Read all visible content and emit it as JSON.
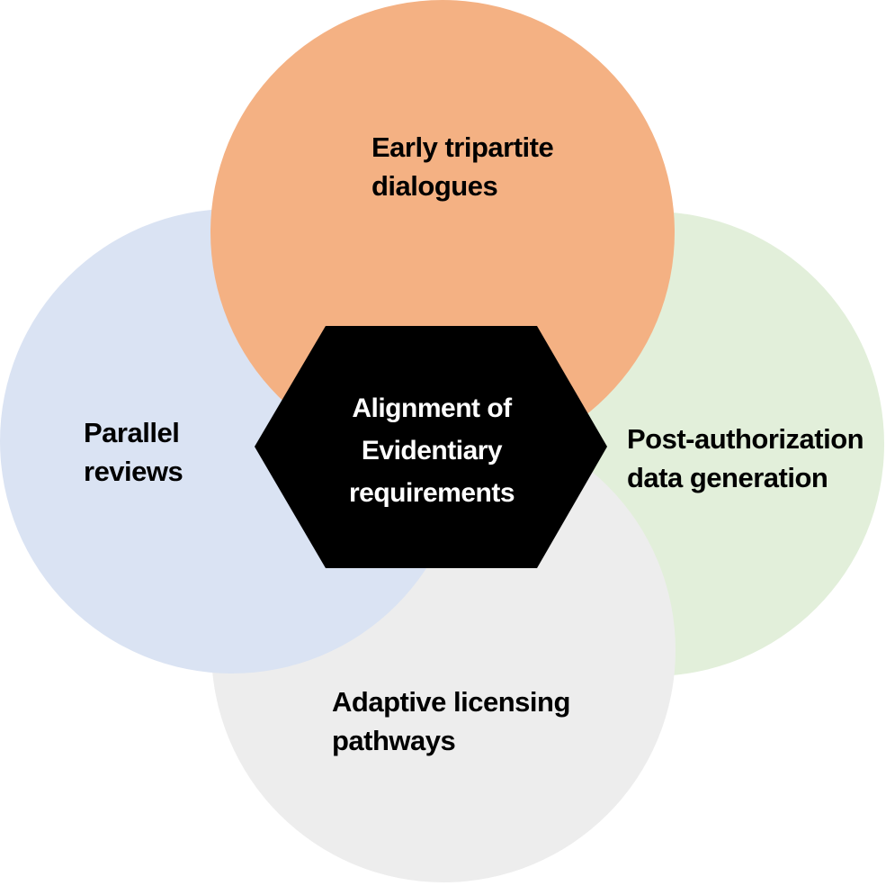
{
  "center": {
    "lines": [
      "Alignment of",
      "Evidentiary",
      "requirements"
    ],
    "fill": "#000000",
    "text_color": "#ffffff"
  },
  "circles": {
    "top": {
      "lines": [
        "Early tripartite",
        "dialogues"
      ],
      "fill": "#f4b183"
    },
    "left": {
      "lines": [
        "Parallel",
        "reviews"
      ],
      "fill": "#dae3f3"
    },
    "right": {
      "lines": [
        "Post-authorization",
        "data generation"
      ],
      "fill": "#e2efda"
    },
    "bottom": {
      "lines": [
        "Adaptive licensing",
        "pathways"
      ],
      "fill": "#ededed"
    }
  }
}
